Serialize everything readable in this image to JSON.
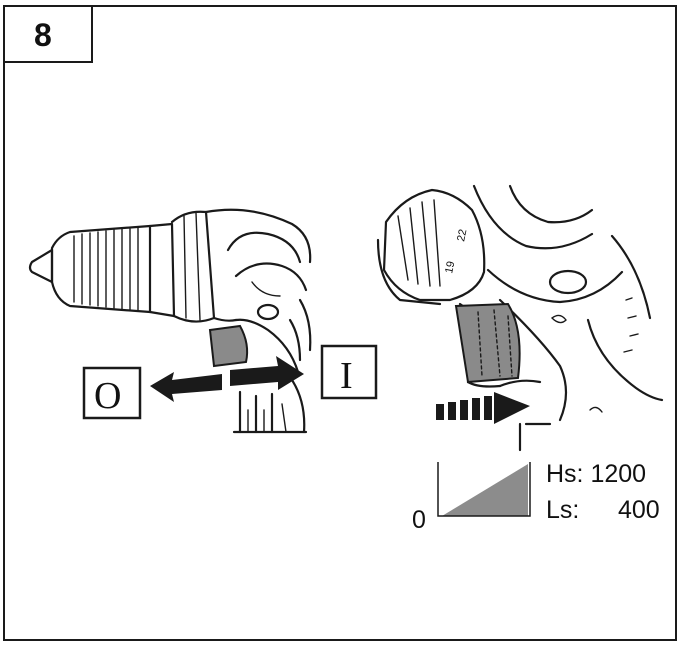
{
  "step_number": "8",
  "switch_off_label": "O",
  "switch_on_label": "I",
  "chuck_marks": [
    "19",
    "22"
  ],
  "speed_ramp": {
    "zero_label": "0",
    "high_speed": "Hs: 1200",
    "low_speed_key": "Ls:",
    "low_speed_value": "400"
  },
  "colors": {
    "ink": "#1a1a1a",
    "trigger_fill": "#8a8a8a",
    "ramp_fill": "#8c8c8c",
    "background": "#ffffff"
  },
  "icons": [
    "drill-chuck-icon",
    "trigger-icon",
    "arrow-left-icon",
    "arrow-right-icon",
    "dashed-arrow-icon",
    "speed-ramp-icon"
  ]
}
